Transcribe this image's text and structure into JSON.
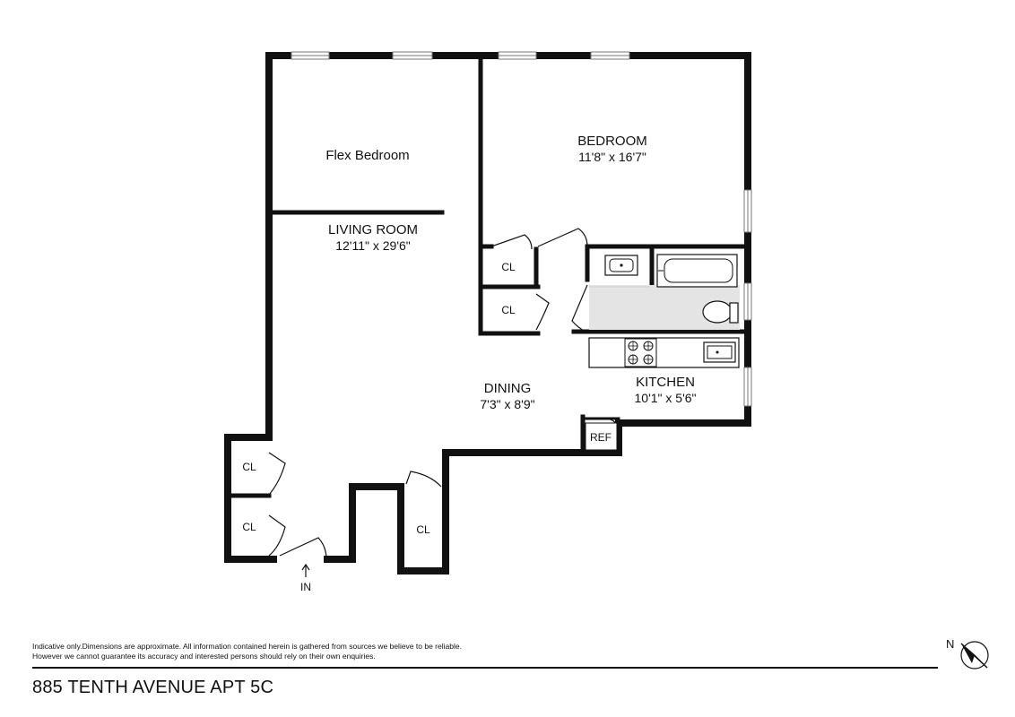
{
  "rooms": {
    "flex_bedroom": {
      "name": "Flex Bedroom"
    },
    "bedroom": {
      "name": "BEDROOM",
      "dims": "11'8\" x 16'7\""
    },
    "living_room": {
      "name": "LIVING ROOM",
      "dims": "12'11\" x 29'6\""
    },
    "dining": {
      "name": "DINING",
      "dims": "7'3\" x 8'9\""
    },
    "kitchen": {
      "name": "KITCHEN",
      "dims": "10'1\" x 5'6\""
    }
  },
  "closets": {
    "label": "CL"
  },
  "fixtures": {
    "refrigerator": "REF"
  },
  "entry": {
    "label": "IN"
  },
  "compass": {
    "label": "N"
  },
  "footer": {
    "disclaimer_line1": "Indicative only.Dimensions are approximate. All information contained herein is gathered from sources we believe to be reliable.",
    "disclaimer_line2": "However we cannot guarantee its accuracy and interested persons should rely on their own enquiries.",
    "address": "885 TENTH AVENUE APT 5C"
  },
  "colors": {
    "wall": "#111111",
    "window_frame": "#7a7a7a",
    "bath_tile": "#d9d9d9"
  }
}
